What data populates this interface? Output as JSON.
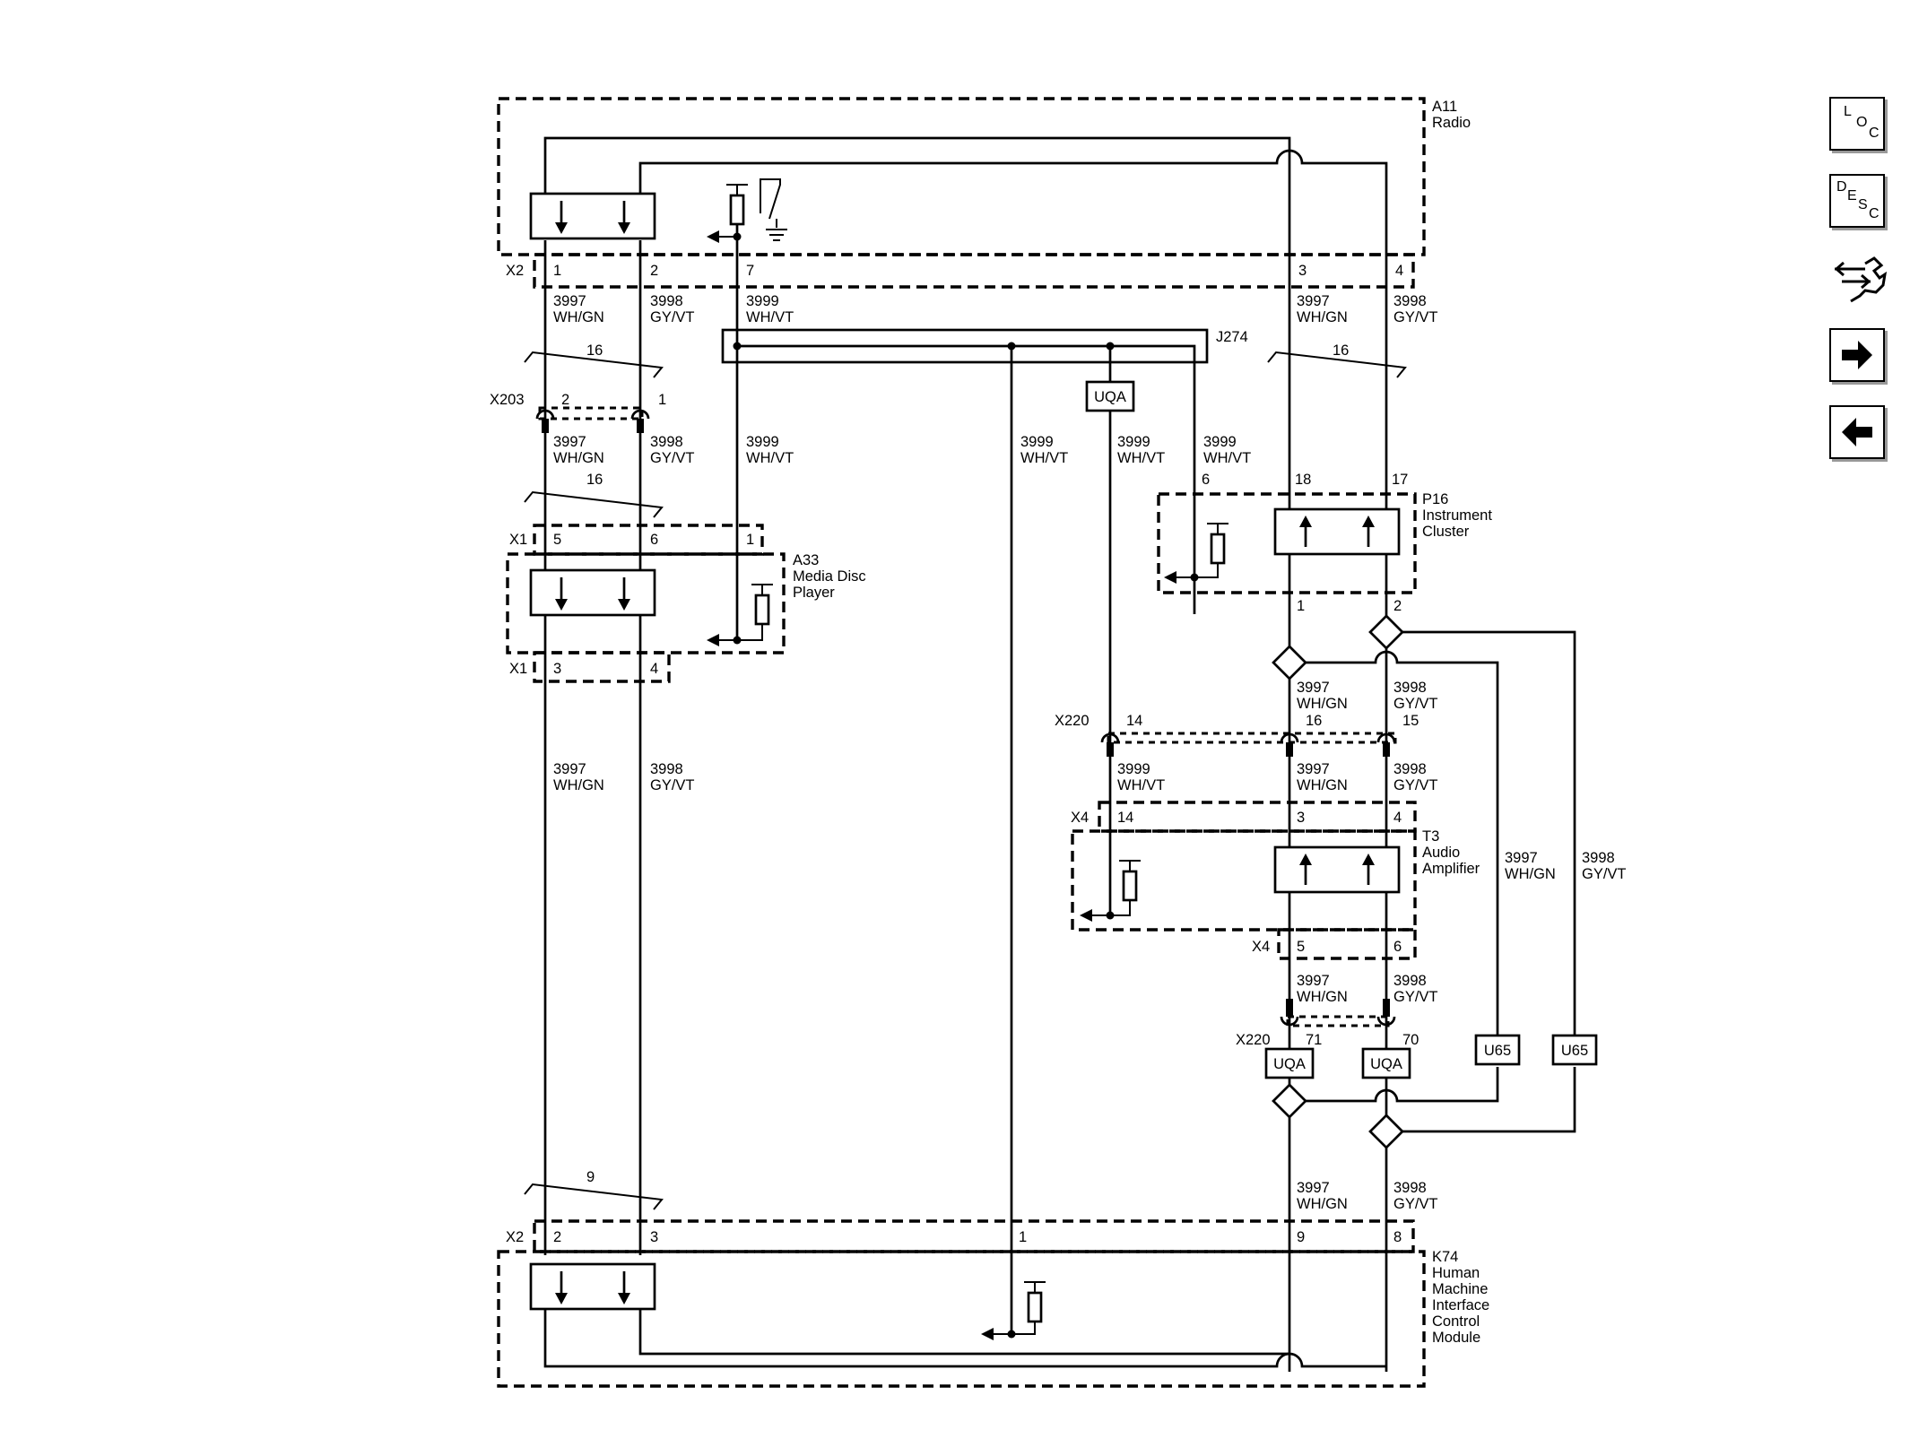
{
  "modules": {
    "a11": {
      "code": "A11",
      "name": "Radio"
    },
    "a33": {
      "code": "A33",
      "line1": "Media Disc",
      "line2": "Player"
    },
    "p16": {
      "code": "P16",
      "line1": "Instrument",
      "line2": "Cluster"
    },
    "t3": {
      "code": "T3",
      "line1": "Audio",
      "line2": "Amplifier"
    },
    "k74": {
      "code": "K74",
      "line1": "Human",
      "line2": "Machine",
      "line3": "Interface",
      "line4": "Control",
      "line5": "Module"
    }
  },
  "connectors": {
    "x2": "X2",
    "x1": "X1",
    "x203": "X203",
    "x220": "X220",
    "x4": "X4",
    "j274": "J274"
  },
  "pins": {
    "p1": "1",
    "p2": "2",
    "p3": "3",
    "p4": "4",
    "p5": "5",
    "p6": "6",
    "p7": "7",
    "p8": "8",
    "p9": "9",
    "p14": "14",
    "p15": "15",
    "p16": "16",
    "p17": "17",
    "p18": "18",
    "p70": "70",
    "p71": "71"
  },
  "circuits": {
    "c3997": "3997",
    "c3998": "3998",
    "c3999": "3999",
    "wh_gn": "WH/GN",
    "gy_vt": "GY/VT",
    "wh_vt": "WH/VT"
  },
  "twist": {
    "t16": "16",
    "t9": "9"
  },
  "tags": {
    "uqa": "UQA",
    "u65": "U65"
  },
  "toolbar": {
    "loc": {
      "l1": "L",
      "l2": "O",
      "l3": "C"
    },
    "desc": {
      "l1": "D",
      "l2": "E",
      "l3": "S",
      "l4": "C"
    }
  }
}
